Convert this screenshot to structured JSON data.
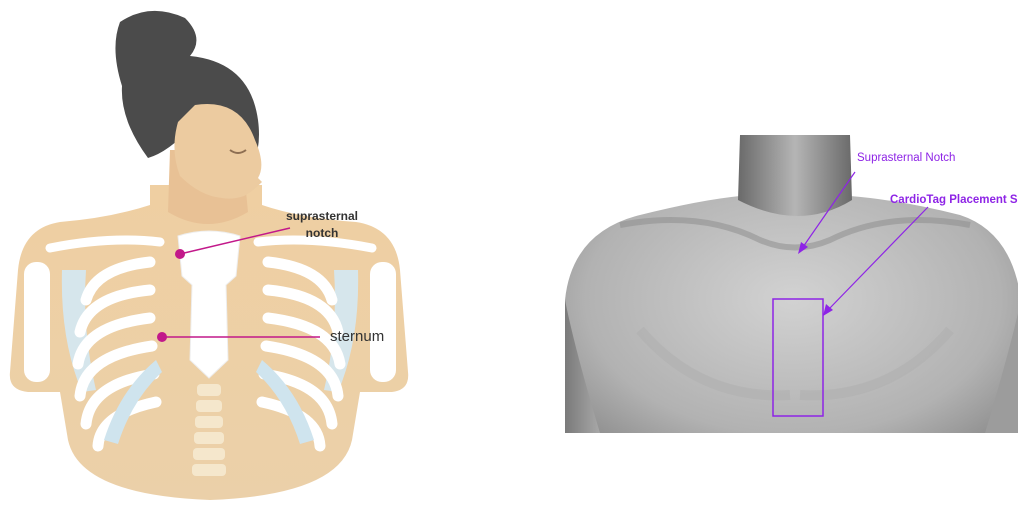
{
  "left_diagram": {
    "notch_label_line1": "suprasternal",
    "notch_label_line2": "notch",
    "sternum_label": "sternum",
    "marker_color": "#c2188a"
  },
  "right_diagram": {
    "notch_label": "Suprasternal Notch",
    "placement_label": "CardioTag Placement Sit",
    "accent_color": "#8e24e6"
  }
}
